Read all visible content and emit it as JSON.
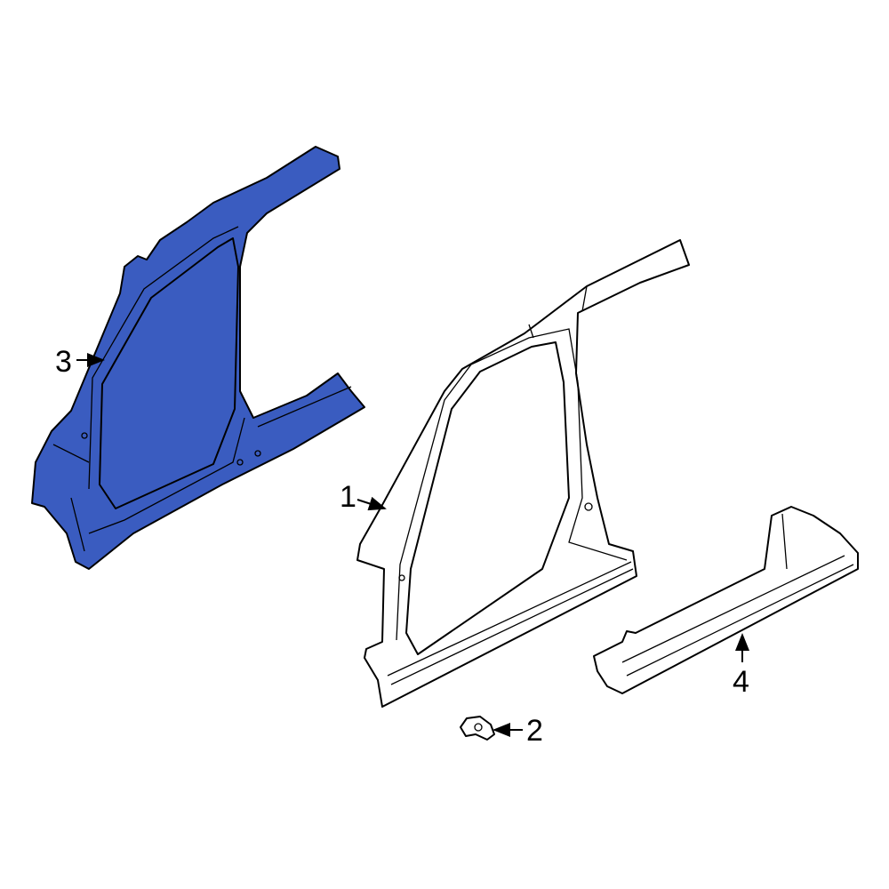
{
  "colors": {
    "highlight": "#3a5cc0",
    "line": "#000000",
    "background": "#ffffff"
  },
  "callouts": [
    {
      "number": "1",
      "part": "outline"
    },
    {
      "number": "2",
      "part": "outline"
    },
    {
      "number": "3",
      "part": "highlighted"
    },
    {
      "number": "4",
      "part": "outline"
    }
  ]
}
